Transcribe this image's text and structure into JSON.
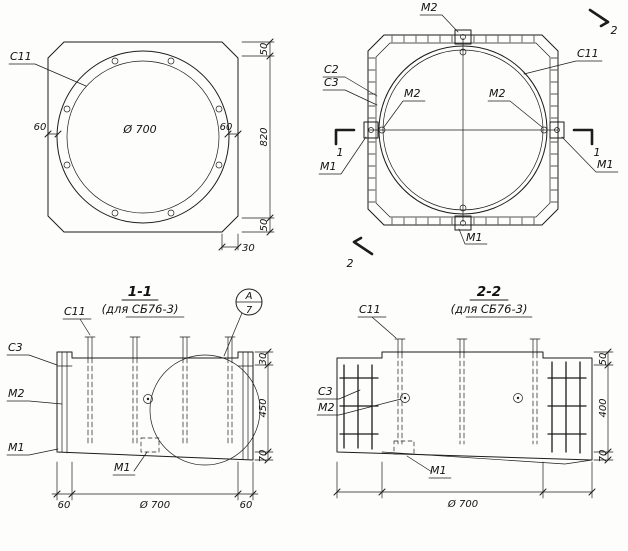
{
  "plan_left": {
    "c11": "С11",
    "diameter": "Ø 700",
    "dim_left": "60",
    "dim_right": "60",
    "dim_height": "820",
    "dim_top": "50",
    "dim_bottom": "50",
    "dim_chamfer": "30"
  },
  "plan_right": {
    "m2_top": "М2",
    "c2": "С2",
    "c3": "С3",
    "c11": "С11",
    "m2_left": "М2",
    "m2_right": "М2",
    "m1_left": "М1",
    "m1_right": "М1",
    "m1_bottom": "М1",
    "sec1_left": "1",
    "sec1_right": "1",
    "sec2_top": "2",
    "sec2_bottom": "2"
  },
  "section_11": {
    "title": "1-1",
    "subtitle": "(для СБ76-3)",
    "detail_letter": "А",
    "detail_sheet": "7",
    "c11": "С11",
    "c3": "С3",
    "m2": "М2",
    "m1_left": "М1",
    "m1_center": "М1",
    "dim_left": "60",
    "dim_right": "60",
    "dim_diameter": "Ø 700",
    "dim_top": "30",
    "dim_mid": "450",
    "dim_bot": "70"
  },
  "section_22": {
    "title": "2-2",
    "subtitle": "(для СБ76-3)",
    "c11": "С11",
    "c3": "С3",
    "m2": "М2",
    "m1": "М1",
    "dim_diameter": "Ø 700",
    "dim_top": "50",
    "dim_mid": "400",
    "dim_bot": "70"
  }
}
